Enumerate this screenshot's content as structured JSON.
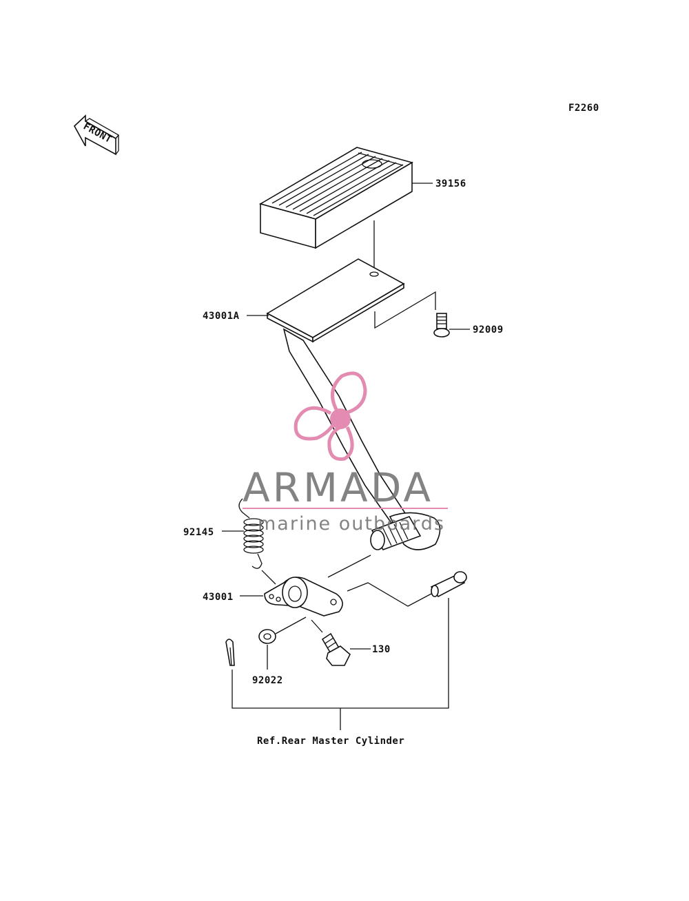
{
  "diagram": {
    "code": "F2260",
    "front_label": "FRONT",
    "ref_label": "Ref.Rear Master Cylinder",
    "parts": {
      "pedal_pad": "39156",
      "pedal_arm": "43001A",
      "bolt_top": "92009",
      "spring": "92145",
      "lever": "43001",
      "bolt_bottom": "130",
      "washer": "92022"
    }
  },
  "watermark": {
    "brand": "ARMADA",
    "tagline": "marine outboards",
    "color": "#e38bb0"
  }
}
